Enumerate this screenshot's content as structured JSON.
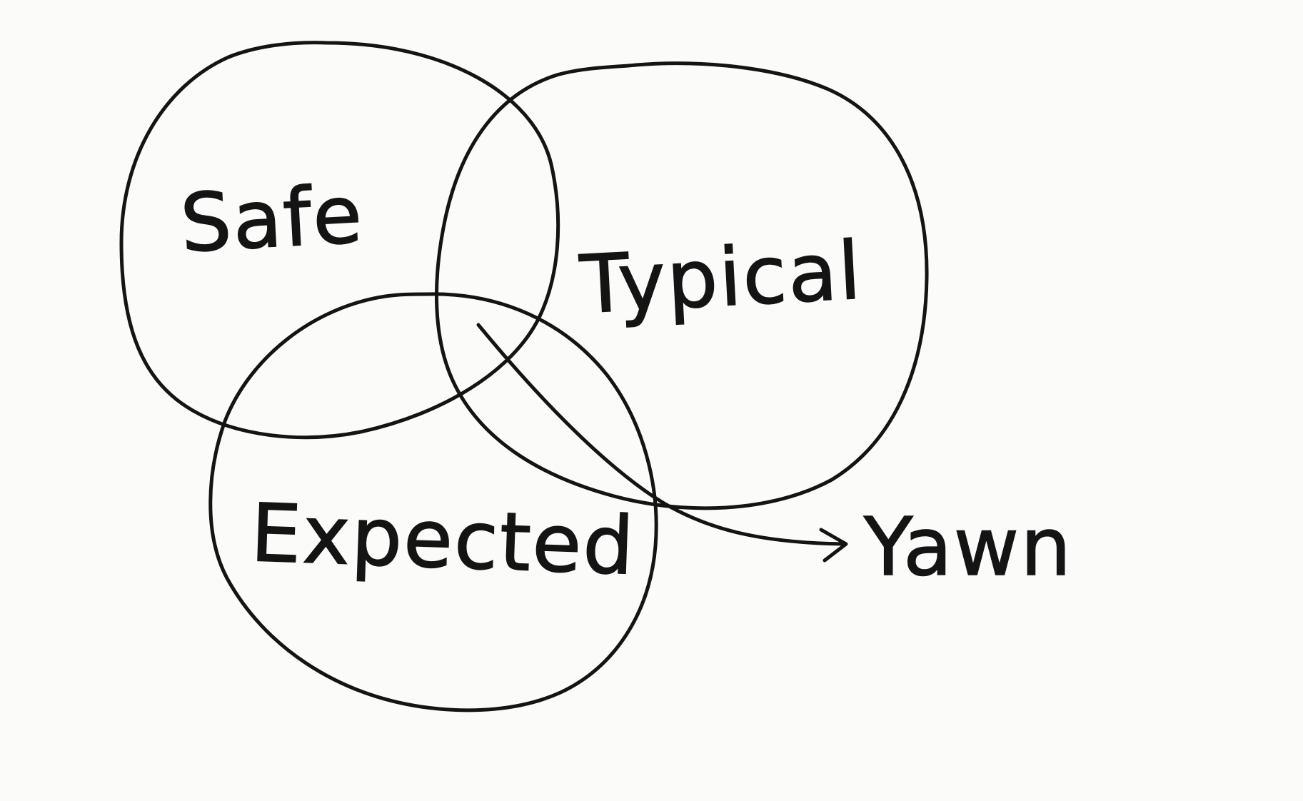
{
  "diagram": {
    "type": "venn",
    "sets": [
      {
        "id": "safe",
        "label": "Safe"
      },
      {
        "id": "typical",
        "label": "Typical"
      },
      {
        "id": "expected",
        "label": "Expected"
      }
    ],
    "intersection_label": "Yawn",
    "colors": {
      "ink": "#141414",
      "paper": "#fbfbfa"
    }
  }
}
